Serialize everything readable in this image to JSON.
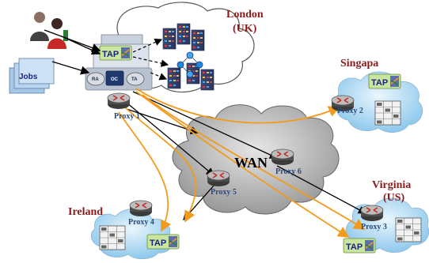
{
  "regions": {
    "london": {
      "line1": "London",
      "line2": "(UK)"
    },
    "singapore": {
      "line1": "Singapa"
    },
    "virginia": {
      "line1": "Virginia",
      "line2": "(US)"
    },
    "ireland": {
      "line1": "Ireland"
    }
  },
  "wan": {
    "label": "WAN"
  },
  "proxies": {
    "p1": "Proxy 1",
    "p2": "Proxy 2",
    "p3": "Proxy 3",
    "p4": "Proxy 4",
    "p5": "Proxy 5",
    "p6": "Proxy 6"
  },
  "tap_label": "TAP",
  "jobs_label": "Jobs",
  "components": {
    "ra": "RA",
    "oc": "OC",
    "ta": "TA"
  },
  "colors": {
    "region_label": "#8b1a1a",
    "proxy_label": "#2c4a7a",
    "orange_flow": "#f29a1c",
    "black_flow": "#000000",
    "cloud_blue": "#bfe0f5",
    "wan_gray": "#a9a9a9"
  }
}
